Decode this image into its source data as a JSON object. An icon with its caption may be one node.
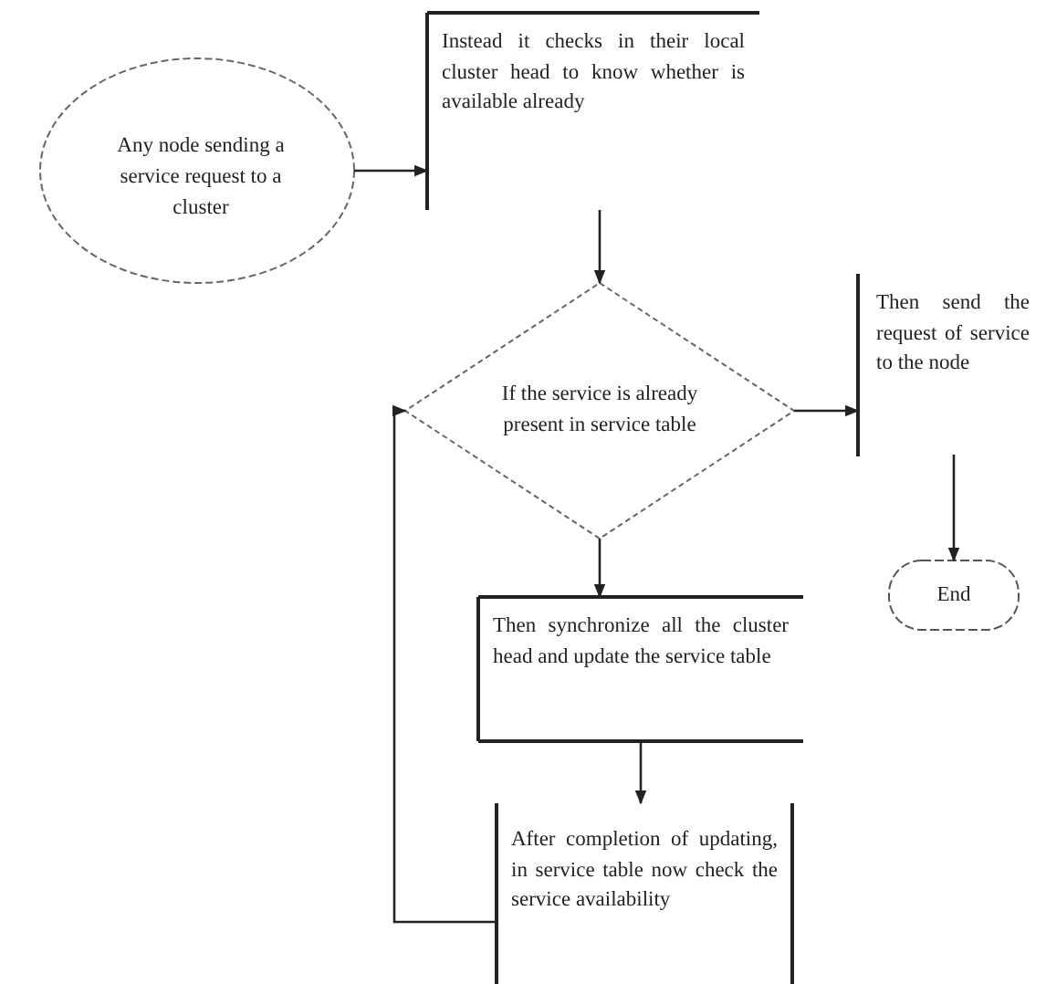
{
  "diagram": {
    "nodes": [
      {
        "text": [
          "Any node sending a service request to a cluster"
        ]
      },
      {
        "text": [
          "Instead it checks in their local cluster head to know whether is available already"
        ]
      },
      {
        "text": [
          "If the service is already present in service table"
        ]
      },
      {
        "text": [
          "Then send the request of service to the node"
        ]
      },
      {
        "text": [
          "End"
        ]
      },
      {
        "text": [
          "Then synchronize all the cluster head and update the service table"
        ]
      },
      {
        "text": [
          "After completion of updating, in service table now check the service availability"
        ]
      }
    ],
    "edges": [
      {
        "from": 0,
        "to": 1,
        "arrow": "to"
      },
      {
        "from": 1,
        "to": 2,
        "arrow": "to"
      },
      {
        "from": 2,
        "to": 3,
        "arrow": "to"
      },
      {
        "from": 3,
        "to": 4,
        "arrow": "to"
      },
      {
        "from": 2,
        "to": 5,
        "arrow": "to"
      },
      {
        "from": 5,
        "to": 6,
        "arrow": "to"
      },
      {
        "from": 6,
        "to": 2,
        "arrow": "to"
      }
    ]
  }
}
